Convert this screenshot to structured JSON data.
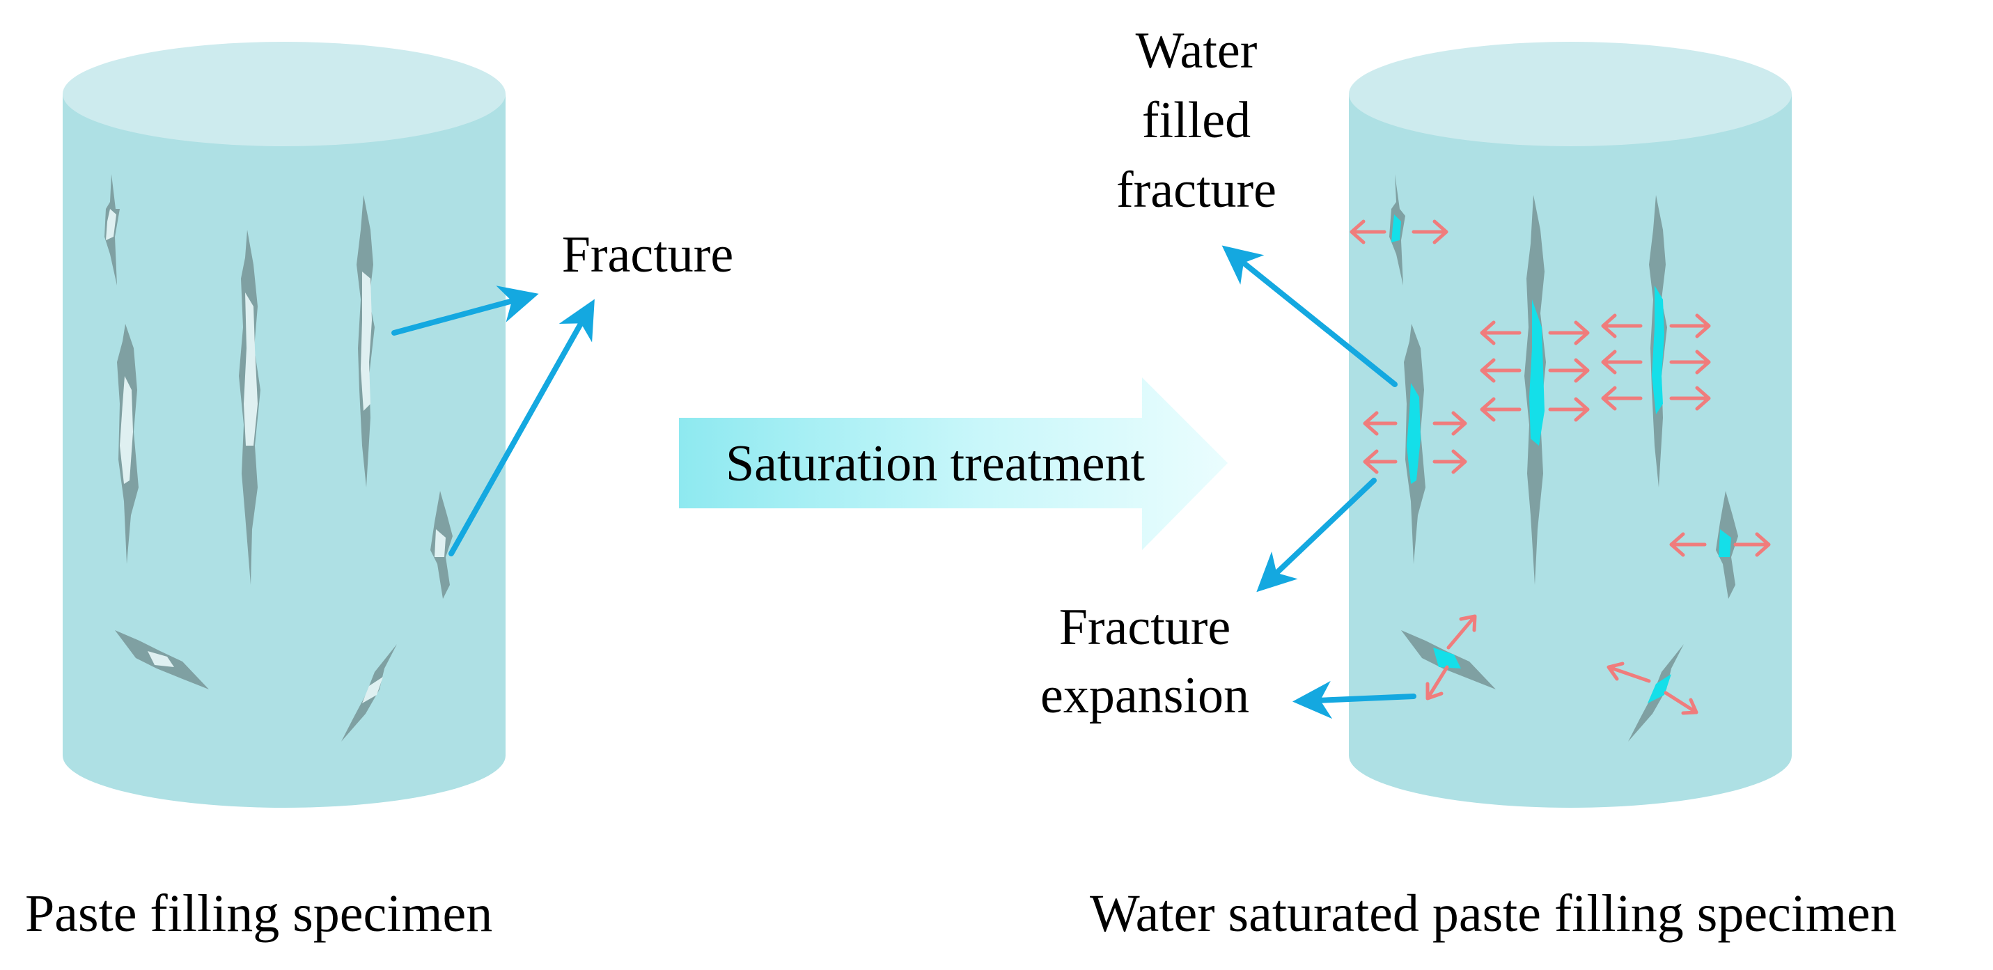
{
  "labels": {
    "fracture": "Fracture",
    "water_filled_fracture": [
      "Water",
      "filled",
      "fracture"
    ],
    "fracture_expansion": [
      "Fracture",
      "expansion"
    ],
    "process_arrow": "Saturation treatment",
    "left_caption": "Paste filling specimen",
    "right_caption": "Water saturated paste filling specimen"
  },
  "colors": {
    "specimen_body": "#aee0e4",
    "specimen_top": "#cdebee",
    "fracture_gray": "#7fa0a2",
    "dry_fracture": "#dff0f1",
    "water_fill": "#14dfe9",
    "pointer_blue": "#14a8e0",
    "expansion_arrow": "#f07c7c",
    "process_arrow_light": "#d9fbfd",
    "process_arrow_dark": "#8ee9f0"
  },
  "icons": {
    "expansion_arrow": "double-headed-arrow",
    "pointer": "straight-arrow"
  }
}
